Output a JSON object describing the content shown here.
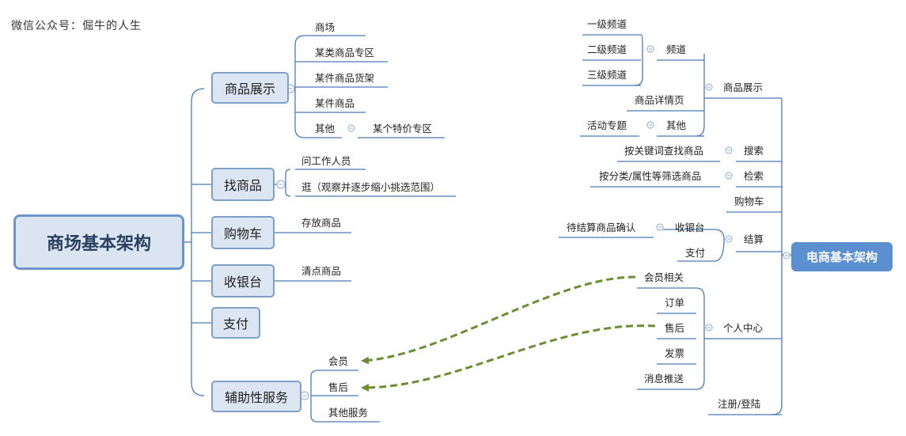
{
  "watermark": "微信公众号：倔牛的人生",
  "left_map": {
    "root": "商场基本架构",
    "branches": [
      {
        "label": "商品展示",
        "children": [
          "商场",
          "某类商品专区",
          "某件商品货架",
          "某件商品",
          "其他"
        ],
        "grandchild": "某个特价专区"
      },
      {
        "label": "找商品",
        "children": [
          "问工作人员",
          "逛（观察并逐步缩小挑选范围）"
        ]
      },
      {
        "label": "购物车",
        "children": [
          "存放商品"
        ]
      },
      {
        "label": "收银台",
        "children": [
          "清点商品"
        ]
      },
      {
        "label": "支付",
        "children": []
      },
      {
        "label": "辅助性服务",
        "children": [
          "会员",
          "售后",
          "其他服务"
        ]
      }
    ]
  },
  "right_map": {
    "root": "电商基本架构",
    "branches": [
      {
        "label": "商品展示",
        "children": [
          "频道",
          "商品详情页",
          "其他"
        ],
        "channel_levels": [
          "一级频道",
          "二级频道",
          "三级频道"
        ],
        "other_child": "活动专题"
      },
      {
        "label": "搜索",
        "children": [
          "按关键词查找商品"
        ]
      },
      {
        "label": "检索",
        "children": [
          "按分类/属性等筛选商品"
        ]
      },
      {
        "label": "购物车",
        "children": []
      },
      {
        "label": "结算",
        "children": [
          "收银台",
          "支付"
        ],
        "cashier_child": "待结算商品确认"
      },
      {
        "label": "个人中心",
        "children": [
          "会员相关",
          "订单",
          "售后",
          "发票",
          "消息推送"
        ]
      },
      {
        "label": "注册/登陆",
        "children": []
      }
    ]
  },
  "colors": {
    "line": "#4a7ab8",
    "node_fill": "#dce6f2",
    "node_border": "#7f9fc6",
    "right_root_fill": "#5b8fd0",
    "arrow": "#6a8e32"
  }
}
